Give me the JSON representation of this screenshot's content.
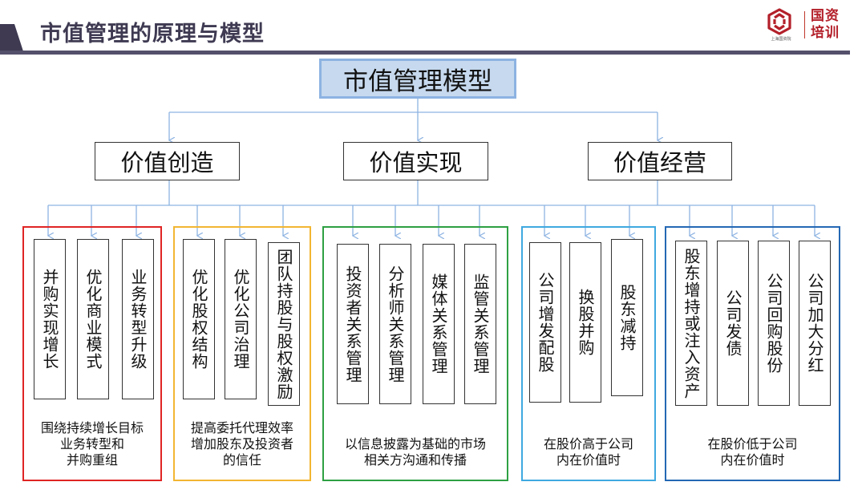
{
  "header": {
    "title": "市值管理的原理与模型"
  },
  "logo": {
    "name": "国资培训",
    "sub": "上海国资院",
    "color": "#b3202a"
  },
  "root": {
    "label": "市值管理模型"
  },
  "branches": [
    {
      "label": "价值创造"
    },
    {
      "label": "价值实现"
    },
    {
      "label": "价值经营"
    }
  ],
  "groups": [
    {
      "color": "#e02424",
      "items": [
        "并购实现增长",
        "优化商业模式",
        "业务转型升级"
      ],
      "caption": "围绕持续增长目标\n业务转型和\n并购重组"
    },
    {
      "color": "#f2b632",
      "items": [
        "优化股权结构",
        "优化公司治理",
        "团队持股与股权激励"
      ],
      "caption": "提高委托代理效率\n增加股东及投资者\n的信任"
    },
    {
      "color": "#2ea043",
      "items": [
        "投资者关系管理",
        "分析师关系管理",
        "媒体关系管理",
        "监管关系管理"
      ],
      "caption": "以信息披露为基础的市场\n相关方沟通和传播"
    },
    {
      "color": "#3fa9e0",
      "items": [
        "公司增发配股",
        "换股并购",
        "股东减持"
      ],
      "caption": "在股价高于公司\n内在价值时"
    },
    {
      "color": "#2468b4",
      "items": [
        "股东增持或注入资产",
        "公司发债",
        "公司回购股份",
        "公司加大分红"
      ],
      "caption": "在股价低于公司\n内在价值时"
    }
  ]
}
